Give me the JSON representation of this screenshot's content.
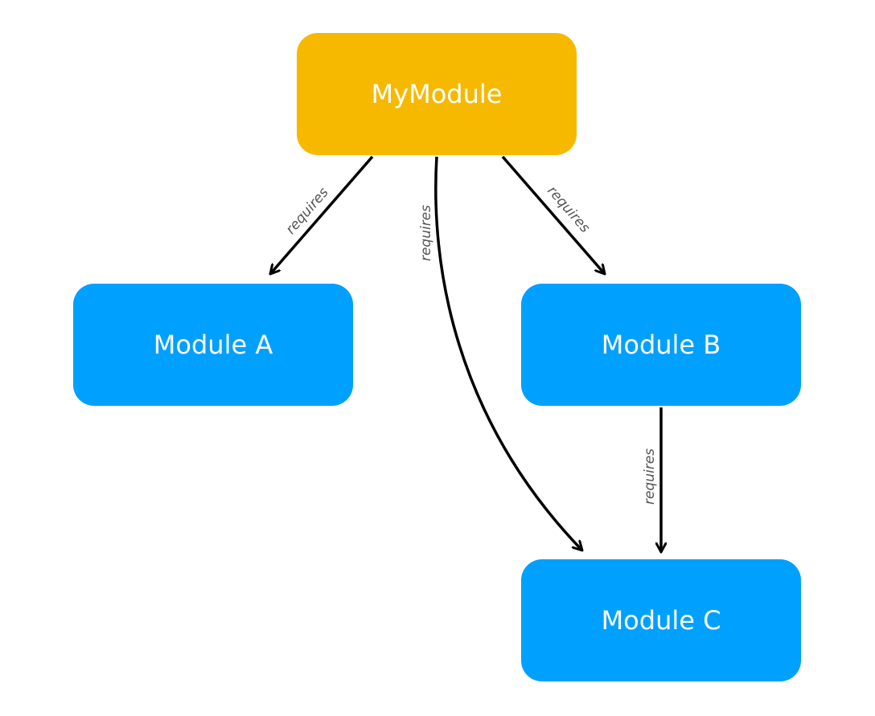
{
  "colors": {
    "root_fill": "#f6b900",
    "module_fill": "#00a0ff",
    "edge": "#000000",
    "edge_label": "#555555",
    "node_text": "#ffffff"
  },
  "nodes": {
    "root": {
      "label": "MyModule"
    },
    "a": {
      "label": "Module A"
    },
    "b": {
      "label": "Module B"
    },
    "c": {
      "label": "Module C"
    }
  },
  "edges": [
    {
      "from": "MyModule",
      "to": "Module A",
      "label": "requires"
    },
    {
      "from": "MyModule",
      "to": "Module C",
      "label": "requires"
    },
    {
      "from": "MyModule",
      "to": "Module B",
      "label": "requires"
    },
    {
      "from": "Module B",
      "to": "Module C",
      "label": "requires"
    }
  ]
}
